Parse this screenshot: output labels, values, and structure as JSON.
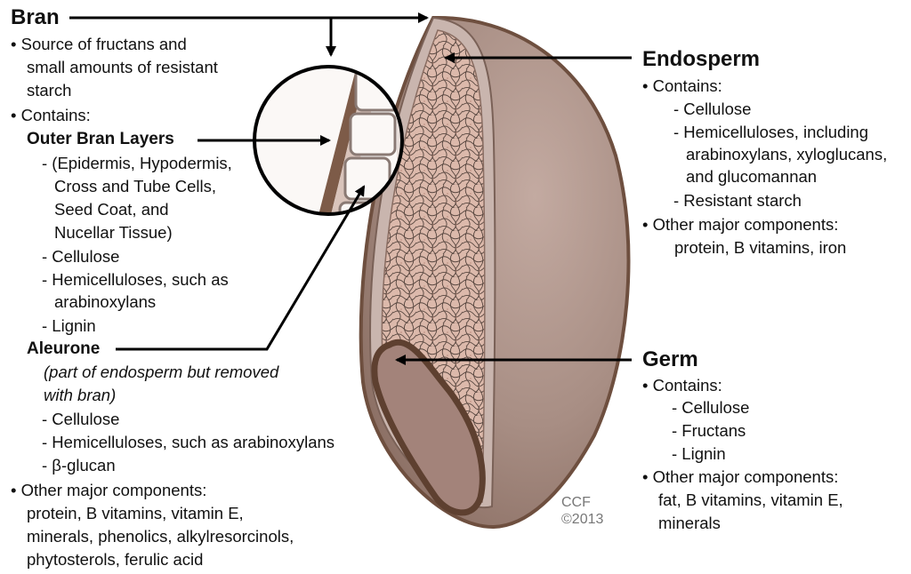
{
  "bran": {
    "title": "Bran",
    "b1_l1": "• Source of fructans and",
    "b1_l2": "small amounts of resistant",
    "b1_l3": "starch",
    "b2": "• Contains:",
    "outer_title": "Outer Bran Layers",
    "outer_l1": "- (Epidermis, Hypodermis,",
    "outer_l2": "Cross and Tube Cells,",
    "outer_l3": "Seed Coat, and",
    "outer_l4": "Nucellar Tissue)",
    "outer_l5": "- Cellulose",
    "outer_l6": "- Hemicelluloses, such as",
    "outer_l7": "arabinoxylans",
    "outer_l8": "- Lignin",
    "aleurone_title": "Aleurone",
    "aleurone_note_l1": "(part of endosperm but removed",
    "aleurone_note_l2": "with bran)",
    "aleurone_l1": "- Cellulose",
    "aleurone_l2": "- Hemicelluloses, such as arabinoxylans",
    "aleurone_l3": "- β-glucan",
    "other_l1": "• Other major components:",
    "other_l2": "protein, B vitamins, vitamin E,",
    "other_l3": "minerals, phenolics, alkylresorcinols,",
    "other_l4": "phytosterols, ferulic acid"
  },
  "endosperm": {
    "title": "Endosperm",
    "l1": "• Contains:",
    "l2": "- Cellulose",
    "l3": "- Hemicelluloses, including",
    "l4": "arabinoxylans, xyloglucans,",
    "l5": "and glucomannan",
    "l6": "- Resistant starch",
    "l7": "• Other major components:",
    "l8": "protein, B vitamins, iron"
  },
  "germ": {
    "title": "Germ",
    "l1": "• Contains:",
    "l2": "- Cellulose",
    "l3": "- Fructans",
    "l4": "- Lignin",
    "l5": "• Other major components:",
    "l6": "fat, B vitamins, vitamin E,",
    "l7": "minerals"
  },
  "credit": {
    "l1": "CCF",
    "l2": "©2013"
  },
  "colors": {
    "kernel_outer": "#a58b81",
    "kernel_edge": "#6e4f3f",
    "endosperm_fill": "#d6b3a6",
    "texture": "#5a4a44",
    "germ_fill": "#a3837a",
    "germ_edge": "#5e4030",
    "bran_layer": "#7d5b48",
    "cell_fill": "#fbf8f6",
    "arrow": "#000000"
  }
}
